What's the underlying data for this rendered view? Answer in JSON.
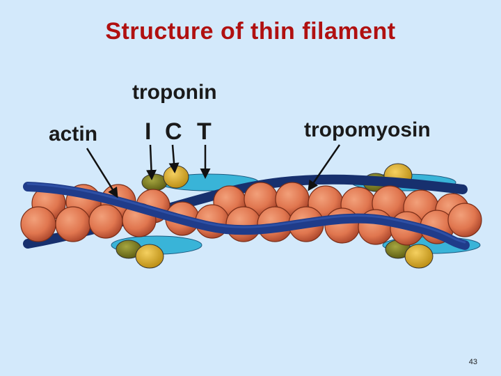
{
  "slide": {
    "title": "Structure of thin filament",
    "page_number": "43"
  },
  "labels": {
    "troponin": "troponin",
    "troponin_i": "I",
    "troponin_c": "C",
    "troponin_t": "T",
    "actin": "actin",
    "tropomyosin": "tropomyosin"
  },
  "colors": {
    "title": "#b01010",
    "background": "#d3e9fb",
    "actin": "#e0764f",
    "actin_dark": "#a9442a",
    "tropomyosin": "#1f3c8a",
    "troponin_i": "#7c7a1a",
    "troponin_c": "#d8aa1e",
    "troponin_t": "#39b4d8"
  }
}
